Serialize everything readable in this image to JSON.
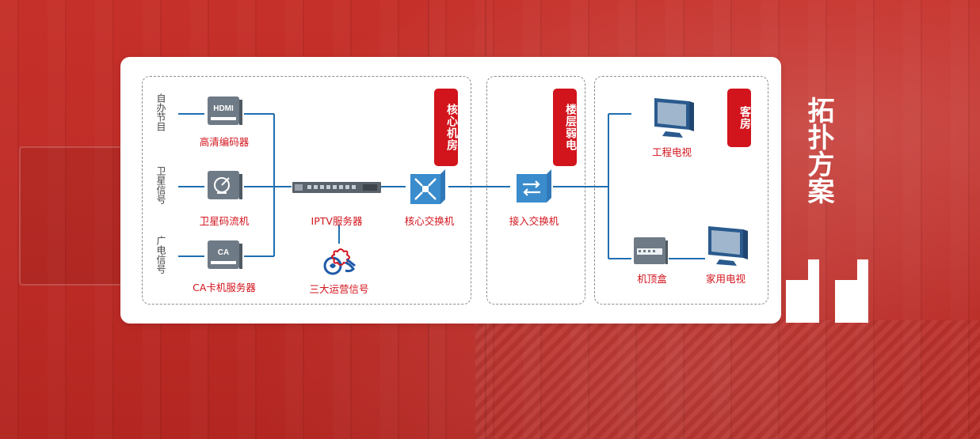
{
  "title": "拓扑方案",
  "zones": {
    "core": "核心机房",
    "floor": "楼层弱电",
    "room": "客房"
  },
  "sources": {
    "self_program": "自办节目",
    "satellite": "卫星信号",
    "broadcast": "广电信号"
  },
  "devices": {
    "hdmi_encoder": {
      "label": "高清编码器",
      "face_text": "HDMI"
    },
    "satellite_streamer": {
      "label": "卫星码流机"
    },
    "ca_server": {
      "label": "CA卡机服务器",
      "face_text": "CA"
    },
    "iptv_server": {
      "label": "IPTV服务器"
    },
    "operator_signal": {
      "label": "三大运营信号"
    },
    "core_switch": {
      "label": "核心交换机"
    },
    "access_switch": {
      "label": "接入交换机"
    },
    "eng_tv": {
      "label": "工程电视"
    },
    "stb": {
      "label": "机顶盒"
    },
    "home_tv": {
      "label": "家用电视"
    }
  },
  "colors": {
    "brand_red": "#d2141c",
    "link_blue": "#1f6fb0",
    "device_gray": "#6e7a86",
    "switch_blue": "#2f79b8",
    "monitor_blue": "#2a5a8e"
  }
}
